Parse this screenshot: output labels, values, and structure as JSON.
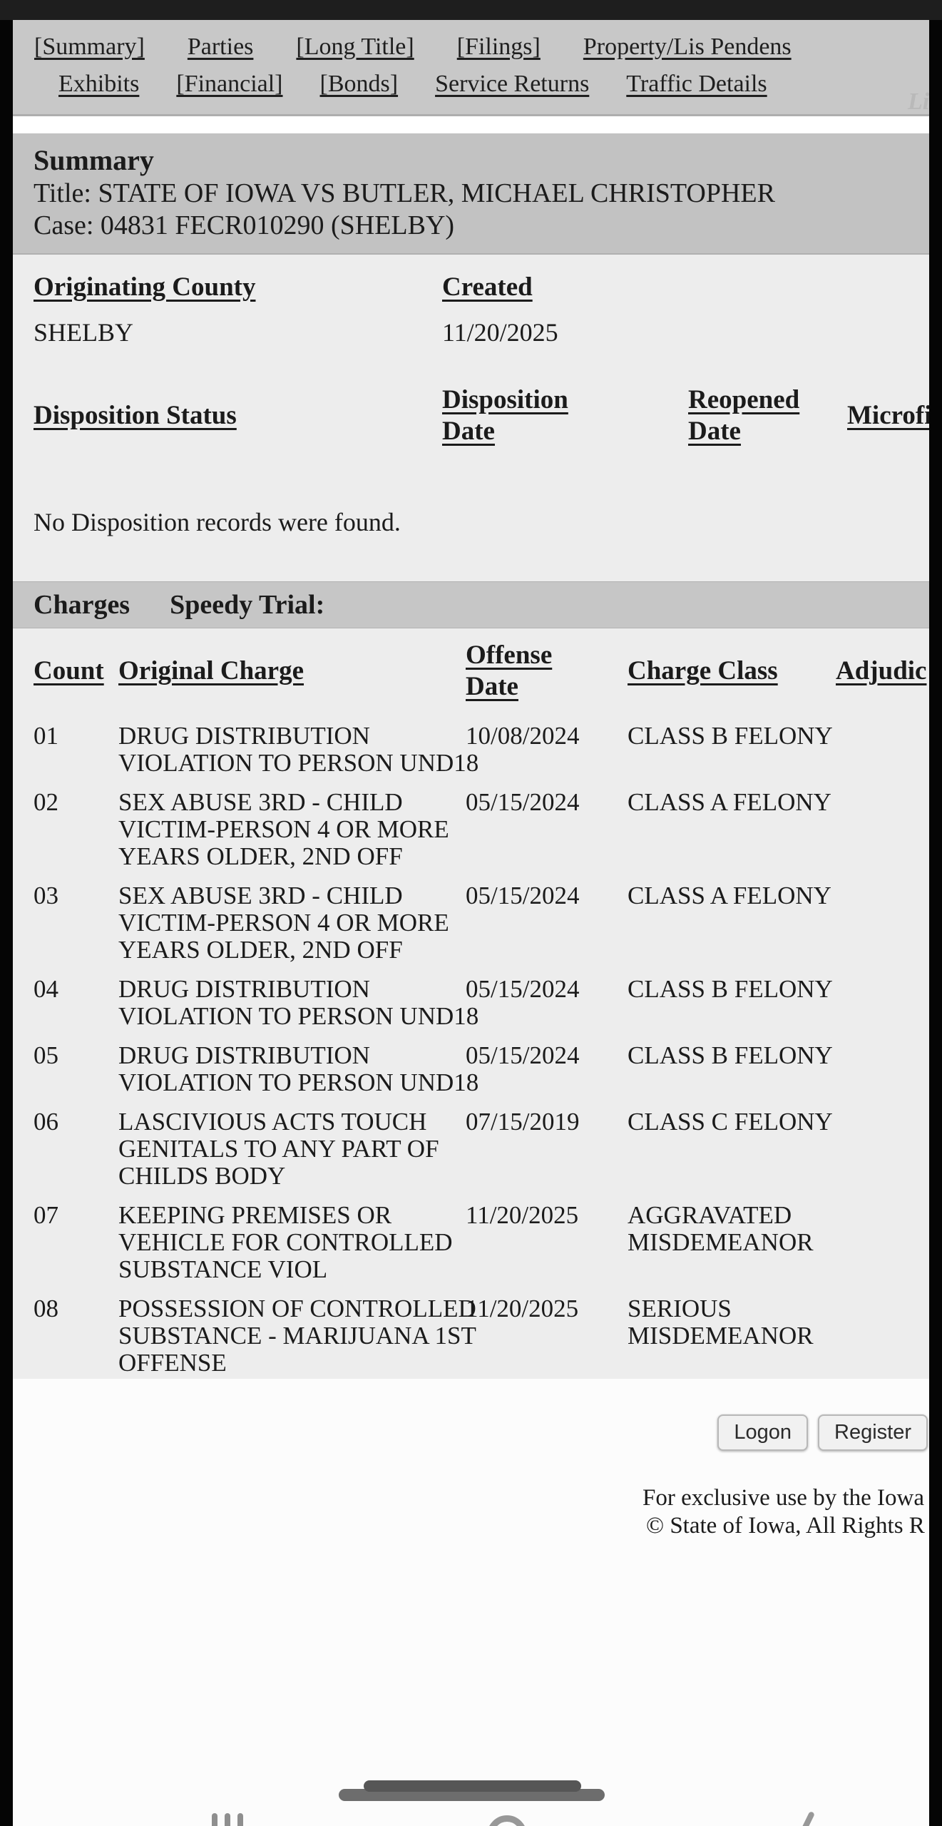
{
  "nav": {
    "row1": [
      {
        "label": "Summary",
        "bracketed": true
      },
      {
        "label": "Parties",
        "bracketed": false
      },
      {
        "label": "Long Title",
        "bracketed": true
      },
      {
        "label": "Filings",
        "bracketed": true
      },
      {
        "label": "Property/Lis Pendens",
        "bracketed": false
      }
    ],
    "row2": [
      {
        "label": "Exhibits",
        "bracketed": false
      },
      {
        "label": "Financial",
        "bracketed": true
      },
      {
        "label": "Bonds",
        "bracketed": true
      },
      {
        "label": "Service Returns",
        "bracketed": false
      },
      {
        "label": "Traffic Details",
        "bracketed": false
      }
    ],
    "overflow_fragment": "Li"
  },
  "summary": {
    "heading": "Summary",
    "title_line": "Title: STATE OF IOWA VS BUTLER, MICHAEL CHRISTOPHER",
    "case_line": "Case: 04831 FECR010290 (SHELBY)"
  },
  "case_info": {
    "county_header": "Originating County",
    "created_header": "Created",
    "county_value": "SHELBY",
    "created_value": "11/20/2025"
  },
  "disposition": {
    "headers": [
      {
        "lines": [
          "Disposition Status"
        ]
      },
      {
        "lines": [
          "Disposition",
          "Date"
        ]
      },
      {
        "lines": [
          "Reopened",
          "Date"
        ]
      },
      {
        "lines": [
          "Microfi"
        ]
      }
    ],
    "empty_message": "No Disposition records were found."
  },
  "charges": {
    "section_label": "Charges",
    "speedy_trial_label": "Speedy Trial:",
    "headers": [
      {
        "lines": [
          "Count"
        ]
      },
      {
        "lines": [
          "Original Charge"
        ]
      },
      {
        "lines": [
          "Offense",
          "Date"
        ]
      },
      {
        "lines": [
          "Charge Class"
        ]
      },
      {
        "lines": [
          "Adjudic"
        ]
      }
    ],
    "rows": [
      {
        "count": "01",
        "charge_lines": [
          "DRUG DISTRIBUTION",
          "VIOLATION TO PERSON UND18"
        ],
        "offense_date": "10/08/2024",
        "class_lines": [
          "CLASS B FELONY"
        ]
      },
      {
        "count": "02",
        "charge_lines": [
          "SEX ABUSE 3RD - CHILD",
          "VICTIM-PERSON 4 OR MORE",
          "YEARS OLDER, 2ND OFF"
        ],
        "offense_date": "05/15/2024",
        "class_lines": [
          "CLASS A FELONY"
        ]
      },
      {
        "count": "03",
        "charge_lines": [
          "SEX ABUSE 3RD - CHILD",
          "VICTIM-PERSON 4 OR MORE",
          "YEARS OLDER, 2ND OFF"
        ],
        "offense_date": "05/15/2024",
        "class_lines": [
          "CLASS A FELONY"
        ]
      },
      {
        "count": "04",
        "charge_lines": [
          "DRUG DISTRIBUTION",
          "VIOLATION TO PERSON UND18"
        ],
        "offense_date": "05/15/2024",
        "class_lines": [
          "CLASS B FELONY"
        ]
      },
      {
        "count": "05",
        "charge_lines": [
          "DRUG DISTRIBUTION",
          "VIOLATION TO PERSON UND18"
        ],
        "offense_date": "05/15/2024",
        "class_lines": [
          "CLASS B FELONY"
        ]
      },
      {
        "count": "06",
        "charge_lines": [
          "LASCIVIOUS ACTS TOUCH",
          "GENITALS TO ANY PART OF",
          "CHILDS BODY"
        ],
        "offense_date": "07/15/2019",
        "class_lines": [
          "CLASS C FELONY"
        ]
      },
      {
        "count": "07",
        "charge_lines": [
          "KEEPING PREMISES OR",
          "VEHICLE FOR CONTROLLED",
          "SUBSTANCE VIOL"
        ],
        "offense_date": "11/20/2025",
        "class_lines": [
          "AGGRAVATED",
          "MISDEMEANOR"
        ]
      },
      {
        "count": "08",
        "charge_lines": [
          "POSSESSION OF CONTROLLED",
          "SUBSTANCE - MARIJUANA 1ST",
          "OFFENSE"
        ],
        "offense_date": "11/20/2025",
        "class_lines": [
          "SERIOUS",
          "MISDEMEANOR"
        ]
      }
    ]
  },
  "footer": {
    "logon_label": "Logon",
    "register_label": "Register",
    "line1": "For exclusive use by the Iowa",
    "line2": "© State of Iowa,  All Rights R"
  },
  "colors": {
    "nav_bg": "#c8c8c8",
    "summary_bg": "#c2c2c2",
    "content_bg": "#ededed",
    "band_bg": "#c6c6c6",
    "statusbar_bg": "#1e1e1e"
  }
}
